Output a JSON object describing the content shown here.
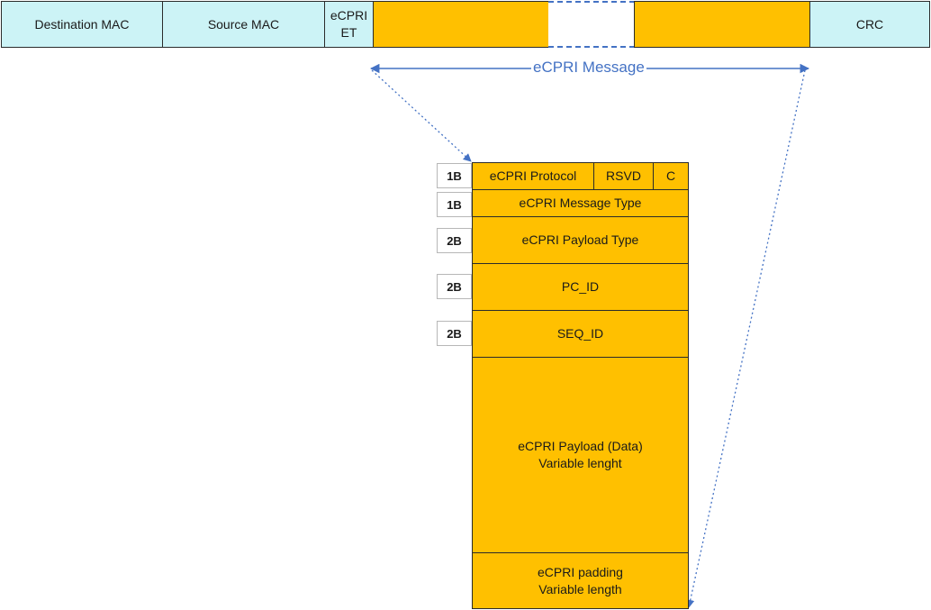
{
  "frame": {
    "destination_mac": "Destination MAC",
    "source_mac": "Source MAC",
    "ecpri_et": "eCPRI\nET",
    "crc": "CRC"
  },
  "message_label": "eCPRI Message",
  "header": {
    "protocol": "eCPRI Protocol",
    "rsvd": "RSVD",
    "c": "C",
    "message_type": "eCPRI Message Type",
    "payload_type": "eCPRI Payload Type",
    "pc_id": "PC_ID",
    "seq_id": "SEQ_ID",
    "payload": "eCPRI Payload (Data)\nVariable lenght",
    "padding": "eCPRI padding\nVariable length"
  },
  "sizes": [
    "1B",
    "1B",
    "2B",
    "2B",
    "2B"
  ],
  "colors": {
    "frame_fill": "#ccf3f6",
    "message_fill": "#ffc000",
    "arrow": "#4472c4",
    "outline": "#2b2b2b"
  }
}
